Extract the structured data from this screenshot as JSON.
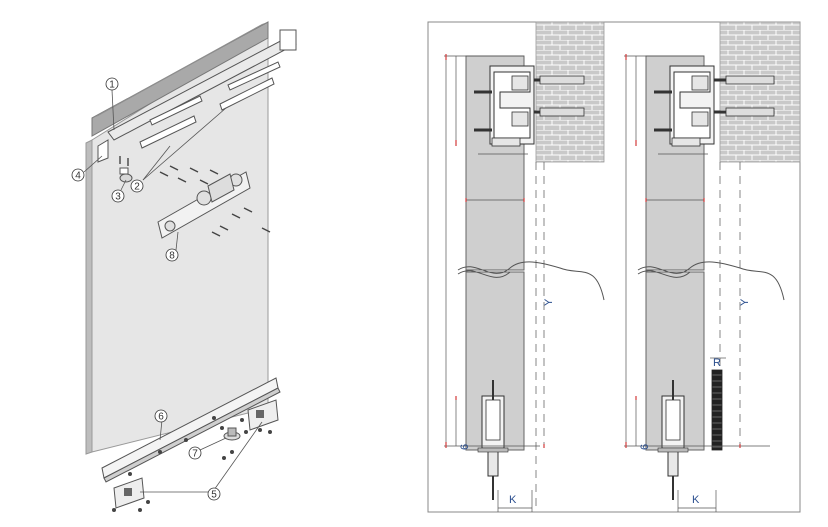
{
  "left_figure": {
    "callouts": [
      "1",
      "2",
      "3",
      "4",
      "5",
      "6",
      "7",
      "8",
      "5"
    ]
  },
  "right_figure": {
    "sections": [
      {
        "dim_y": "Y",
        "dim_k": "K",
        "dim_gap": "6"
      },
      {
        "dim_y": "Y",
        "dim_k": "K",
        "dim_gap": "6",
        "dim_r": "R"
      }
    ]
  },
  "colors": {
    "door_panel": "#e6e6e6",
    "rail": "#a9a9a9",
    "brick": "#c9c9c9",
    "section_fill": "#cfcfcf",
    "dimension_text": "#2b4f8f",
    "dimension_tick": "#d23a3a",
    "line": "#333333"
  }
}
